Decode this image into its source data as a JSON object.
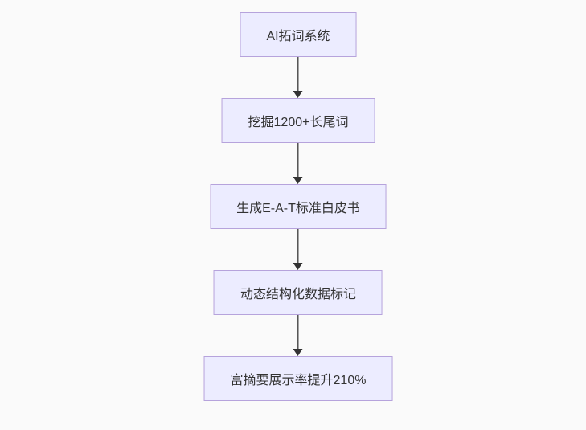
{
  "page": {
    "background_color": "#fafafa"
  },
  "diagram": {
    "type": "flowchart",
    "direction": "top-down",
    "node_fill_color": "#ececff",
    "node_border_color": "#b6a3dc",
    "node_text_color": "#333333",
    "arrow_color": "#565656",
    "nodes": [
      {
        "id": "n1",
        "label": "AI拓词系统"
      },
      {
        "id": "n2",
        "label": "挖掘1200+长尾词"
      },
      {
        "id": "n3",
        "label": "生成E-A-T标准白皮书"
      },
      {
        "id": "n4",
        "label": "动态结构化数据标记"
      },
      {
        "id": "n5",
        "label": "富摘要展示率提升210%"
      }
    ],
    "edges": [
      {
        "from": "n1",
        "to": "n2"
      },
      {
        "from": "n2",
        "to": "n3"
      },
      {
        "from": "n3",
        "to": "n4"
      },
      {
        "from": "n4",
        "to": "n5"
      }
    ]
  }
}
